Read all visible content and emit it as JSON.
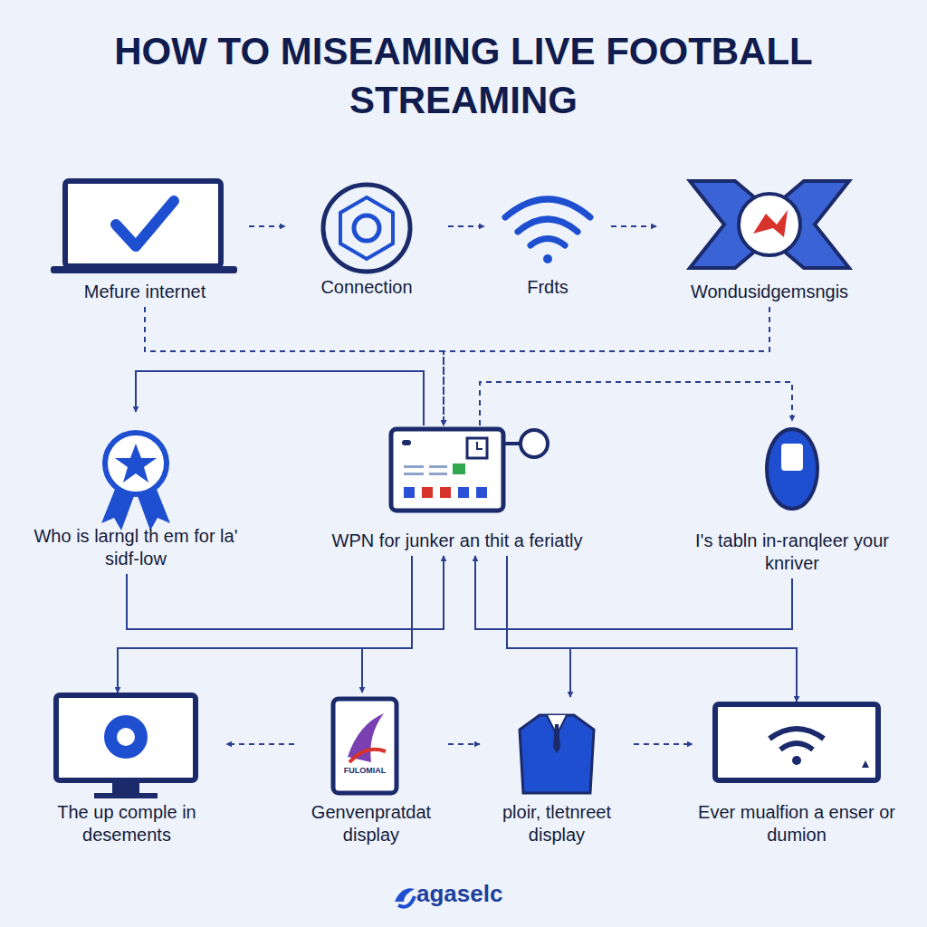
{
  "diagram": {
    "title": "HOW TO MISEAMING LIVE FOOTBALL STREAMING",
    "nodes": [
      {
        "text": [
          "Mefure internet"
        ]
      },
      {
        "text": [
          "Connection"
        ]
      },
      {
        "text": [
          "Frdts"
        ]
      },
      {
        "text": [
          "Wondusidgemsngis"
        ]
      },
      {
        "text": [
          "Who is larngl th em for la' sidf-low"
        ]
      },
      {
        "text": [
          "WPN for junker an thit a feriatly"
        ]
      },
      {
        "text": [
          "I's tabln in-ranqleer your knriver"
        ]
      },
      {
        "text": [
          "The up comple in desements"
        ]
      },
      {
        "text": [
          "Genvenpratdat display"
        ]
      },
      {
        "text": [
          "ploir, tletnreet display"
        ]
      },
      {
        "text": [
          "Ever mualfion a enser or dumion"
        ]
      }
    ],
    "edges": [
      {
        "from": 0,
        "to": 1,
        "arrow": "to"
      },
      {
        "from": 1,
        "to": 2,
        "arrow": "to"
      },
      {
        "from": 2,
        "to": 3,
        "arrow": "to"
      },
      {
        "from": 0,
        "to": 5,
        "arrow": "to"
      },
      {
        "from": 3,
        "to": 5,
        "arrow": "to"
      },
      {
        "from": 5,
        "to": 4,
        "arrow": "to"
      },
      {
        "from": 5,
        "to": 6,
        "arrow": "to"
      },
      {
        "from": 4,
        "to": 5,
        "arrow": "to"
      },
      {
        "from": 6,
        "to": 5,
        "arrow": "to"
      },
      {
        "from": 5,
        "to": 7,
        "arrow": "to"
      },
      {
        "from": 5,
        "to": 8,
        "arrow": "to"
      },
      {
        "from": 5,
        "to": 9,
        "arrow": "to"
      },
      {
        "from": 5,
        "to": 10,
        "arrow": "to"
      },
      {
        "from": 8,
        "to": 7,
        "arrow": "to"
      },
      {
        "from": 8,
        "to": 9,
        "arrow": "to"
      },
      {
        "from": 9,
        "to": 10,
        "arrow": "to"
      }
    ],
    "labels": [
      "agaselc",
      "FULOMIAL"
    ]
  }
}
